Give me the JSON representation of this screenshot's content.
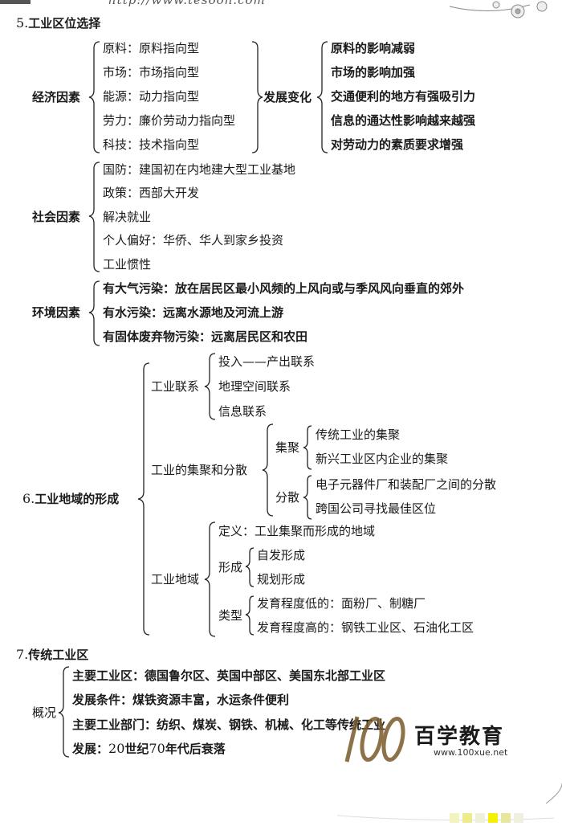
{
  "header": {
    "url": "http://www.tesoon.com"
  },
  "s5": {
    "number": "5.",
    "title": "工业区位选择",
    "economic": {
      "label": "经济因素",
      "items": [
        "原料：原料指向型",
        "市场：市场指向型",
        "能源：动力指向型",
        "劳力：廉价劳动力指向型",
        "科技：技术指向型"
      ],
      "change_label": "发展变化",
      "changes": [
        "原料的影响减弱",
        "市场的影响加强",
        "交通便利的地方有强吸引力",
        "信息的通达性影响越来越强",
        "对劳动力的素质要求增强"
      ]
    },
    "social": {
      "label": "社会因素",
      "items": [
        "国防：建国初在内地建大型工业基地",
        "政策：西部大开发",
        "解决就业",
        "个人偏好：华侨、华人到家乡投资",
        "工业惯性"
      ]
    },
    "environment": {
      "label": "环境因素",
      "items": [
        "有大气污染：放在居民区最小风频的上风向或与季风风向垂直的郊外",
        "有水污染：远离水源地及河流上游",
        "有固体废弃物污染：远离居民区和农田"
      ]
    }
  },
  "s6": {
    "number": "6.",
    "title": "工业地域的形成",
    "linkage": {
      "label": "工业联系",
      "items": [
        "投入——产出联系",
        "地理空间联系",
        "信息联系"
      ]
    },
    "agglom": {
      "label": "工业的集聚和分散",
      "gather": {
        "label": "集聚",
        "items": [
          "传统工业的集聚",
          "新兴工业区内企业的集聚"
        ]
      },
      "disperse": {
        "label": "分散",
        "items": [
          "电子元器件厂和装配厂之间的分散",
          "跨国公司寻找最佳区位"
        ]
      }
    },
    "region": {
      "label": "工业地域",
      "definition": "定义：工业集聚而形成的地域",
      "formation": {
        "label": "形成",
        "items": [
          "自发形成",
          "规划形成"
        ]
      },
      "types": {
        "label": "类型",
        "items": [
          "发育程度低的：面粉厂、制糖厂",
          "发育程度高的：钢铁工业区、石油化工区"
        ]
      }
    }
  },
  "s7": {
    "number": "7.",
    "title": "传统工业区",
    "overview_label": "概况",
    "items": [
      "主要工业区：德国鲁尔区、英国中部区、美国东北部工业区",
      "发展条件：煤铁资源丰富，水运条件便利",
      "主要工业部门：纺织、煤炭、钢铁、机械、化工等传统工业"
    ],
    "dev_prefix": "发展：",
    "dev_num1": "20",
    "dev_mid": "世纪",
    "dev_num2": "70",
    "dev_suffix": "年代后衰落"
  },
  "logo": {
    "text": "百学教育",
    "url": "www.100xue.net"
  }
}
